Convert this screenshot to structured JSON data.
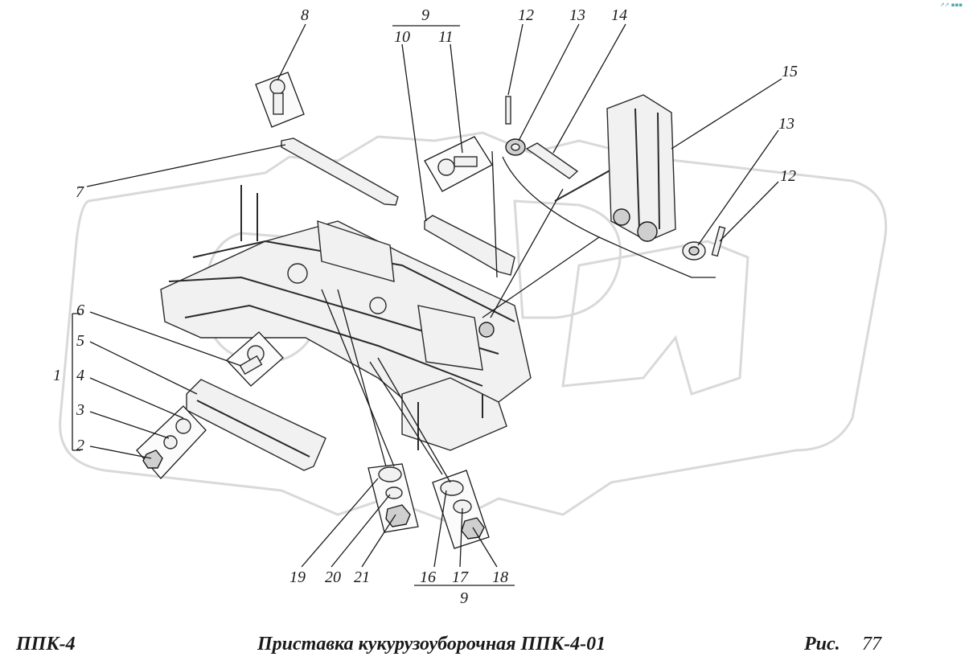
{
  "header": {
    "corner_mark": "↗↗ ▪▪▪"
  },
  "footer": {
    "left": "ППК-4",
    "title": "Приставка кукурузоуборочная ППК-4-01",
    "fig_prefix": "Рис.",
    "fig_number": "77"
  },
  "callouts": {
    "c1": "1",
    "c2": "2",
    "c3": "3",
    "c4": "4",
    "c5": "5",
    "c6": "6",
    "c7": "7",
    "c8": "8",
    "c9_top": "9",
    "c10": "10",
    "c11": "11",
    "c12_top": "12",
    "c13_top": "13",
    "c14": "14",
    "c15": "15",
    "c13_right": "13",
    "c12_right": "12",
    "c16": "16",
    "c17": "17",
    "c18": "18",
    "c9_bottom": "9",
    "c19": "19",
    "c20": "20",
    "c21": "21"
  },
  "watermark": {
    "icon": "gear-logo-watermark",
    "color": "#d9d9d9"
  }
}
